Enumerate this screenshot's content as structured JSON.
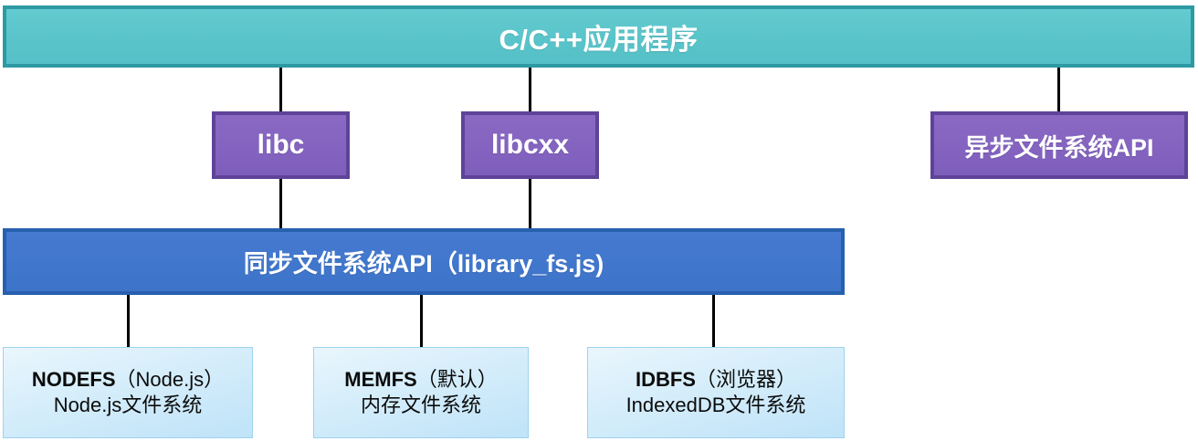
{
  "diagram": {
    "title_box": {
      "label": "C/C++应用程序",
      "fill": "#59C4CA",
      "border": "#2D9AA3"
    },
    "middle_boxes": [
      {
        "name": "libc",
        "label": "libc",
        "fill": "#8363BF",
        "border": "#5E4398"
      },
      {
        "name": "libcxx",
        "label": "libcxx",
        "fill": "#8363BF",
        "border": "#5E4398"
      },
      {
        "name": "async-fs-api",
        "label": "异步文件系统API",
        "fill": "#8363BF",
        "border": "#5E4398"
      }
    ],
    "sync_box": {
      "label": "同步文件系统API（library_fs.js)",
      "fill": "#4077CC",
      "border": "#2760AE"
    },
    "fs_boxes": [
      {
        "name": "nodefs",
        "title_strong": "NODEFS",
        "title_paren": "（Node.js）",
        "subtitle": "Node.js文件系统",
        "fill": "#D9EFFB",
        "border": "#9ED3EF"
      },
      {
        "name": "memfs",
        "title_strong": "MEMFS",
        "title_paren": "（默认）",
        "subtitle": "内存文件系统",
        "fill": "#D9EFFB",
        "border": "#9ED3EF"
      },
      {
        "name": "idbfs",
        "title_strong": "IDBFS",
        "title_paren": "（浏览器）",
        "subtitle": "IndexedDB文件系统",
        "fill": "#D9EFFB",
        "border": "#9ED3EF"
      }
    ],
    "connector_color": "#000000"
  }
}
